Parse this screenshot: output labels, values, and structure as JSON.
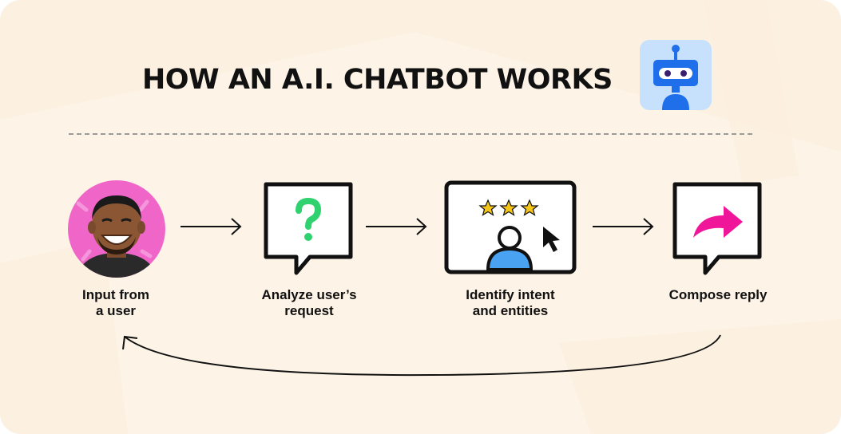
{
  "header": {
    "title": "HOW AN A.I. CHATBOT WORKS"
  },
  "steps": [
    {
      "label": "Input from\na user",
      "icon": "user-avatar"
    },
    {
      "label": "Analyze user’s\nrequest",
      "icon": "question-mark-icon"
    },
    {
      "label": "Identify intent\nand entities",
      "icon": "screen-with-user-and-stars-icon"
    },
    {
      "label": "Compose reply",
      "icon": "reply-arrow-icon"
    }
  ],
  "colors": {
    "background": "#fdf3e6",
    "bot_tile": "#c7e0fb",
    "bot_body": "#1f6fea",
    "avatar_bg": "#f066c8",
    "question_mark": "#2fd26e",
    "star": "#f5c518",
    "person": "#4aa3f2",
    "reply_arrow": "#f0169a",
    "ink": "#111111"
  }
}
